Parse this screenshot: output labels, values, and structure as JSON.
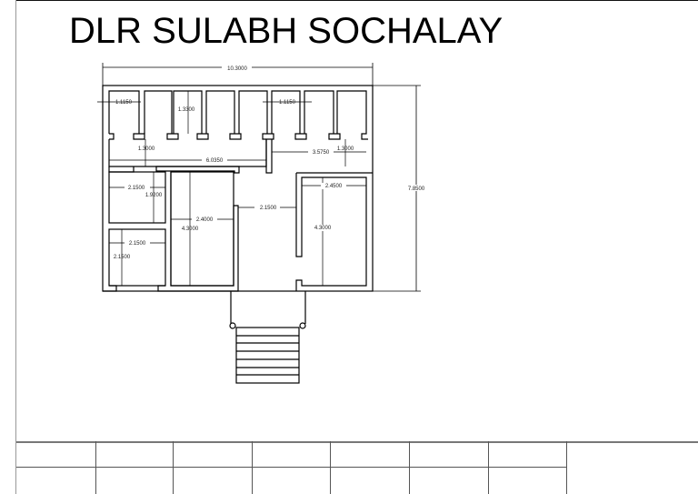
{
  "title": "DLR SULABH SOCHALAY",
  "dimensions": {
    "overall_width": "10.3000",
    "overall_height": "7.8500",
    "stall_width_left": "1.1150",
    "stall_depth": "1.3300",
    "stall_width_right": "1.1150",
    "corridor_left": "1.3000",
    "corridor_length": "6.0350",
    "corridor_right_length": "3.5750",
    "corridor_right": "1.3000",
    "room_a_width": "2.1500",
    "room_a_depth": "1.9200",
    "room_b_width": "2.1500",
    "room_b_depth": "2.1500",
    "hall_left_width": "2.4000",
    "hall_left_depth": "4.3000",
    "entrance_width": "2.1500",
    "hall_right_width": "2.4500",
    "hall_right_depth": "4.3000"
  },
  "stairs": {
    "steps": 7
  },
  "title_block": {
    "row1": [
      "",
      "",
      "",
      "",
      "",
      "",
      "",
      ""
    ],
    "row2": [
      "",
      "",
      "",
      "",
      "",
      "",
      ""
    ]
  },
  "colors": {
    "line": "#000000",
    "background": "#ffffff"
  }
}
